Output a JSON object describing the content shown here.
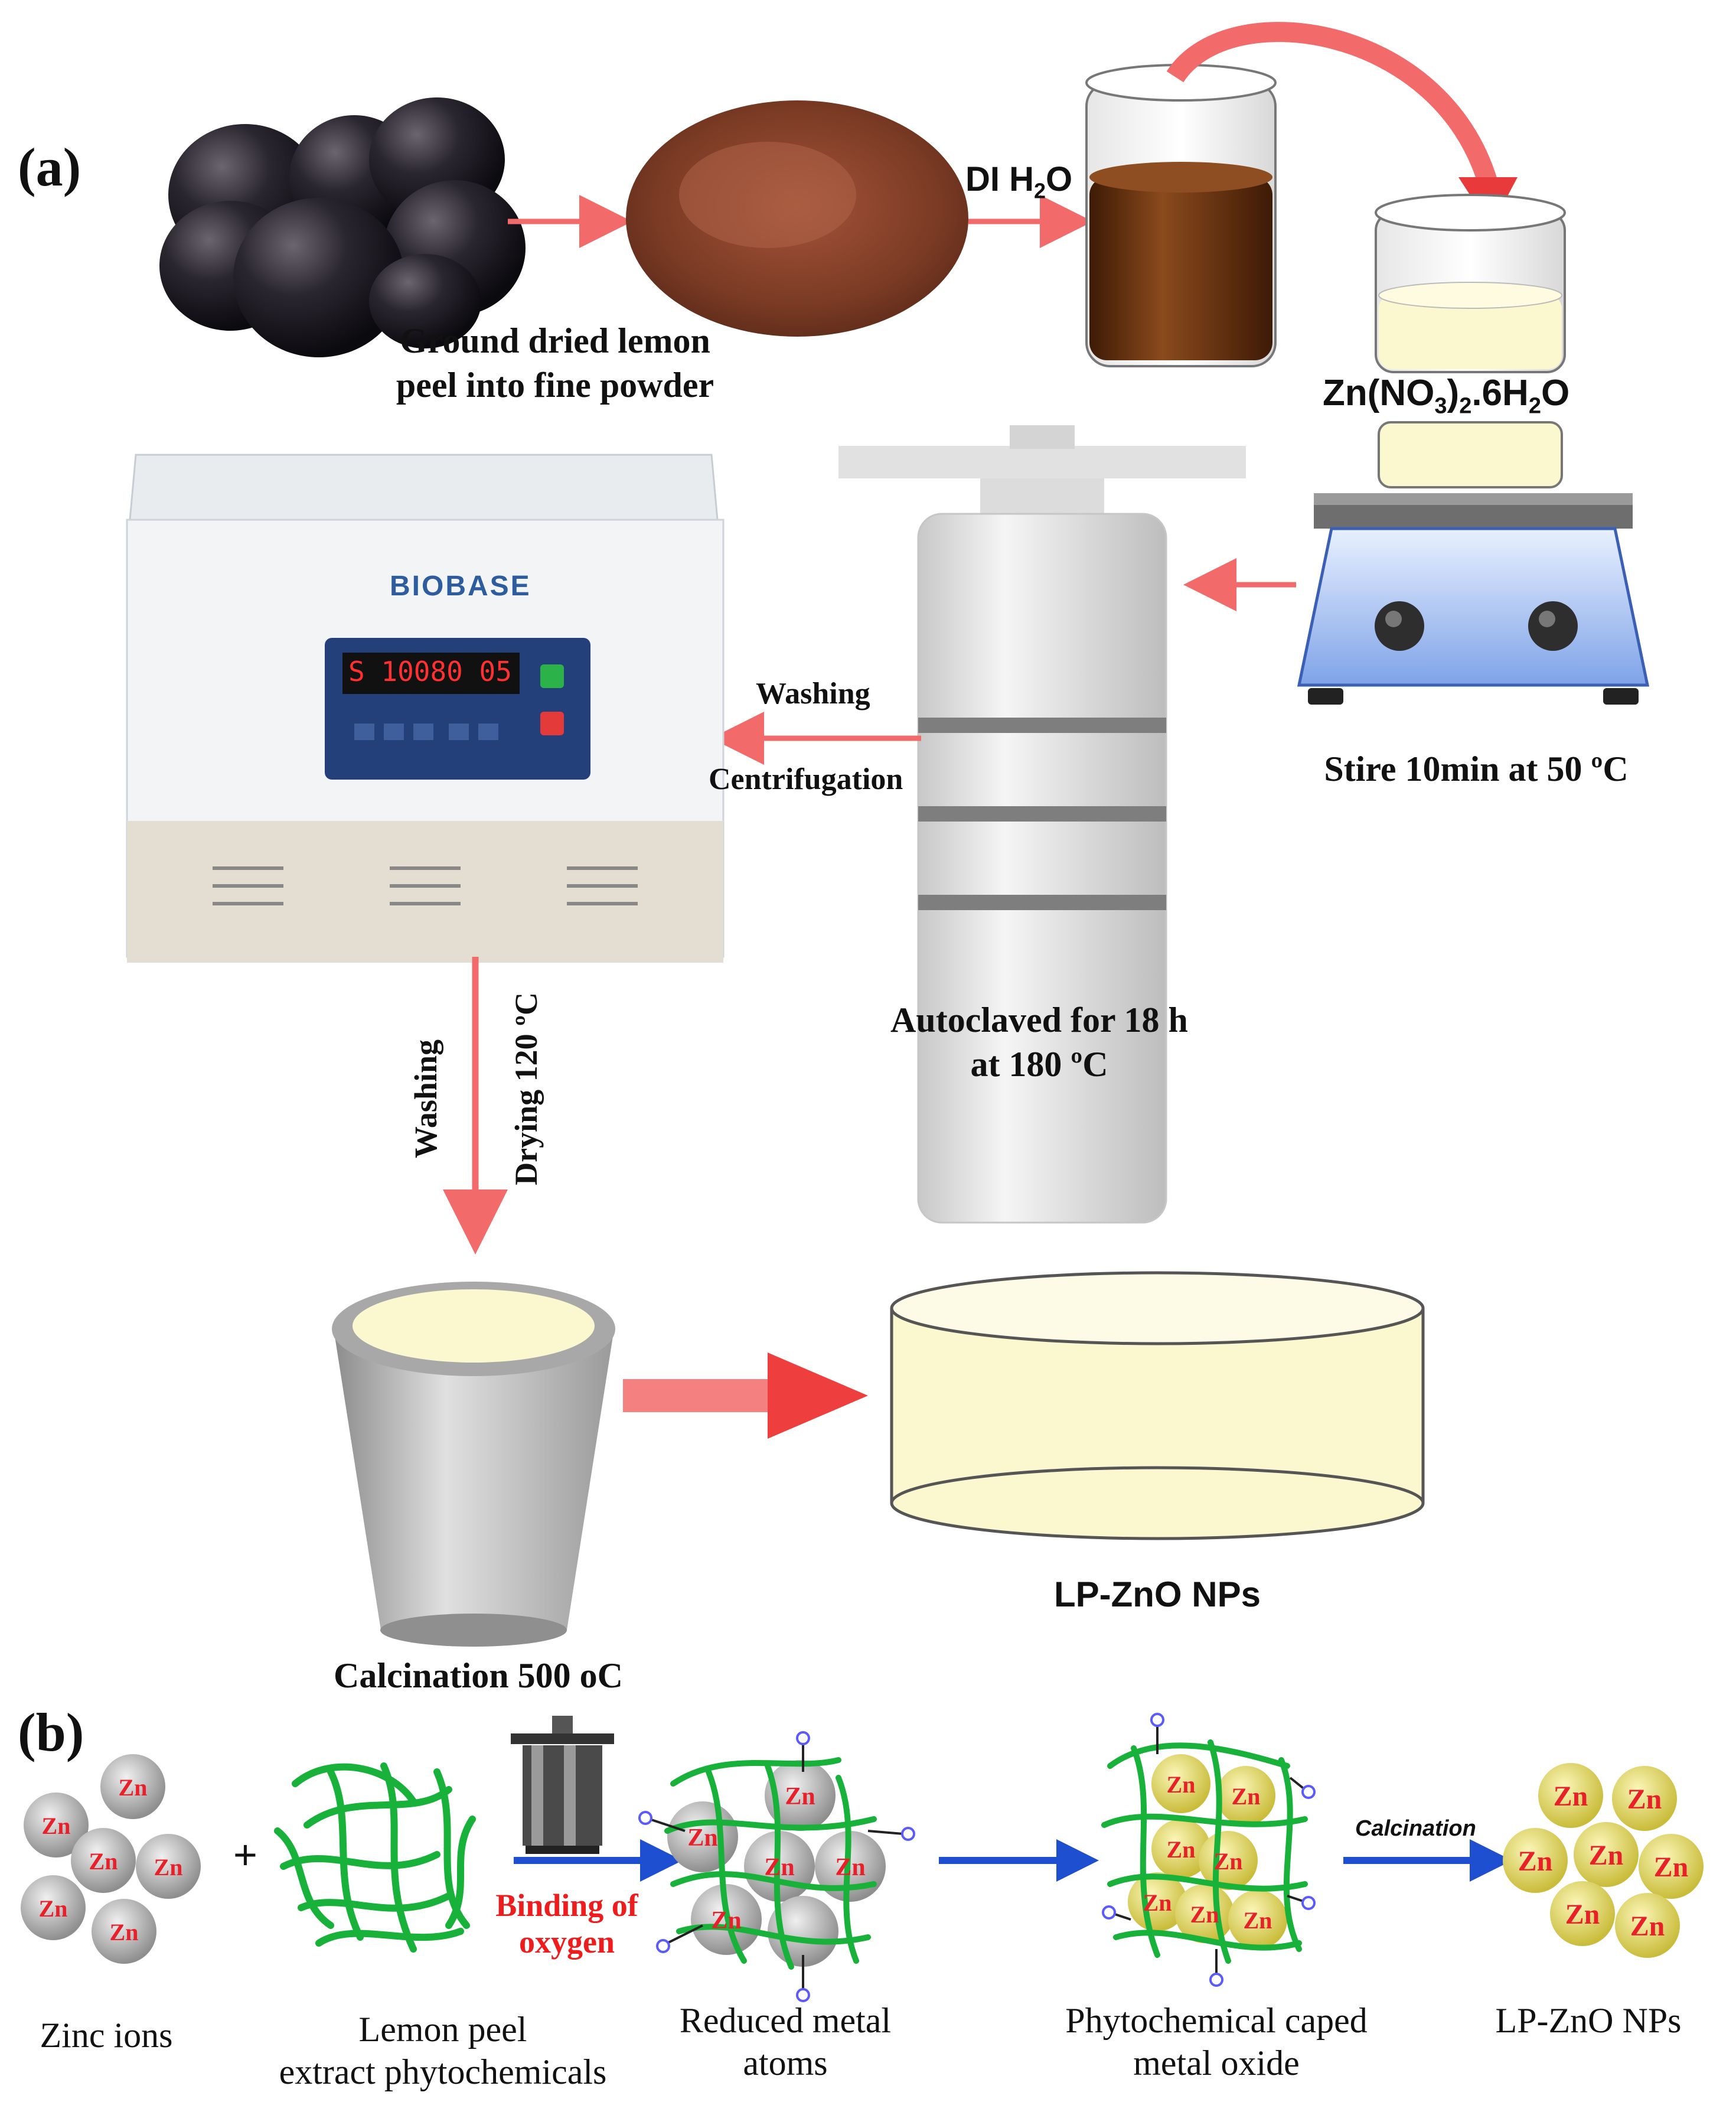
{
  "panel_a": {
    "label": "(a)",
    "powder_caption_line1": "Ground dried lemon",
    "powder_caption_line2": "peel into fine powder",
    "di_water_label": "DI H",
    "di_water_sub": "2",
    "di_water_tail": "O",
    "zinc_salt_label": "Zn(NO",
    "zinc_salt_sub1": "3",
    "zinc_salt_mid": ")",
    "zinc_salt_sub2": "2",
    "zinc_salt_tail": ".6H",
    "zinc_salt_sub3": "2",
    "zinc_salt_end": "O",
    "centrifuge_brand": "BIOBASE",
    "centrifuge_display": "S 10080 05",
    "washing_label": "Washing",
    "centrifugation_label": "Centrifugation",
    "stir_caption": "Stire 10min at 50 ºC",
    "autoclave_caption_line1": "Autoclaved for 18 h",
    "autoclave_caption_line2": "at 180 ºC",
    "washing_vertical": "Washing",
    "drying_vertical": "Drying 120 ºC",
    "calcination_caption": "Calcination 500 oC",
    "product_caption": "LP-ZnO NPs"
  },
  "panel_b": {
    "label": "(b)",
    "zn_symbol": "Zn",
    "plus": "+",
    "binding_label_line1": "Binding of",
    "binding_label_line2": "oxygen",
    "calcination_label": "Calcination",
    "captions": {
      "zinc_ions": "Zinc ions",
      "lemon_line1": "Lemon peel",
      "lemon_line2": "extract phytochemicals",
      "reduced_line1": "Reduced metal",
      "reduced_line2": "atoms",
      "caped_line1": "Phytochemical caped",
      "caped_line2": "metal oxide",
      "product": "LP-ZnO NPs"
    }
  },
  "colors": {
    "arrow_red": "#f26a6a",
    "arrow_blue": "#1f4fd1",
    "extract_brown": "#5a2a0e",
    "solution_yellow": "#fbf7cf",
    "fiber_green": "#18b23a",
    "zn_gray": "#b9b9b9",
    "zn_gold": "#e3d96a",
    "zn_red": "#e8202a"
  }
}
